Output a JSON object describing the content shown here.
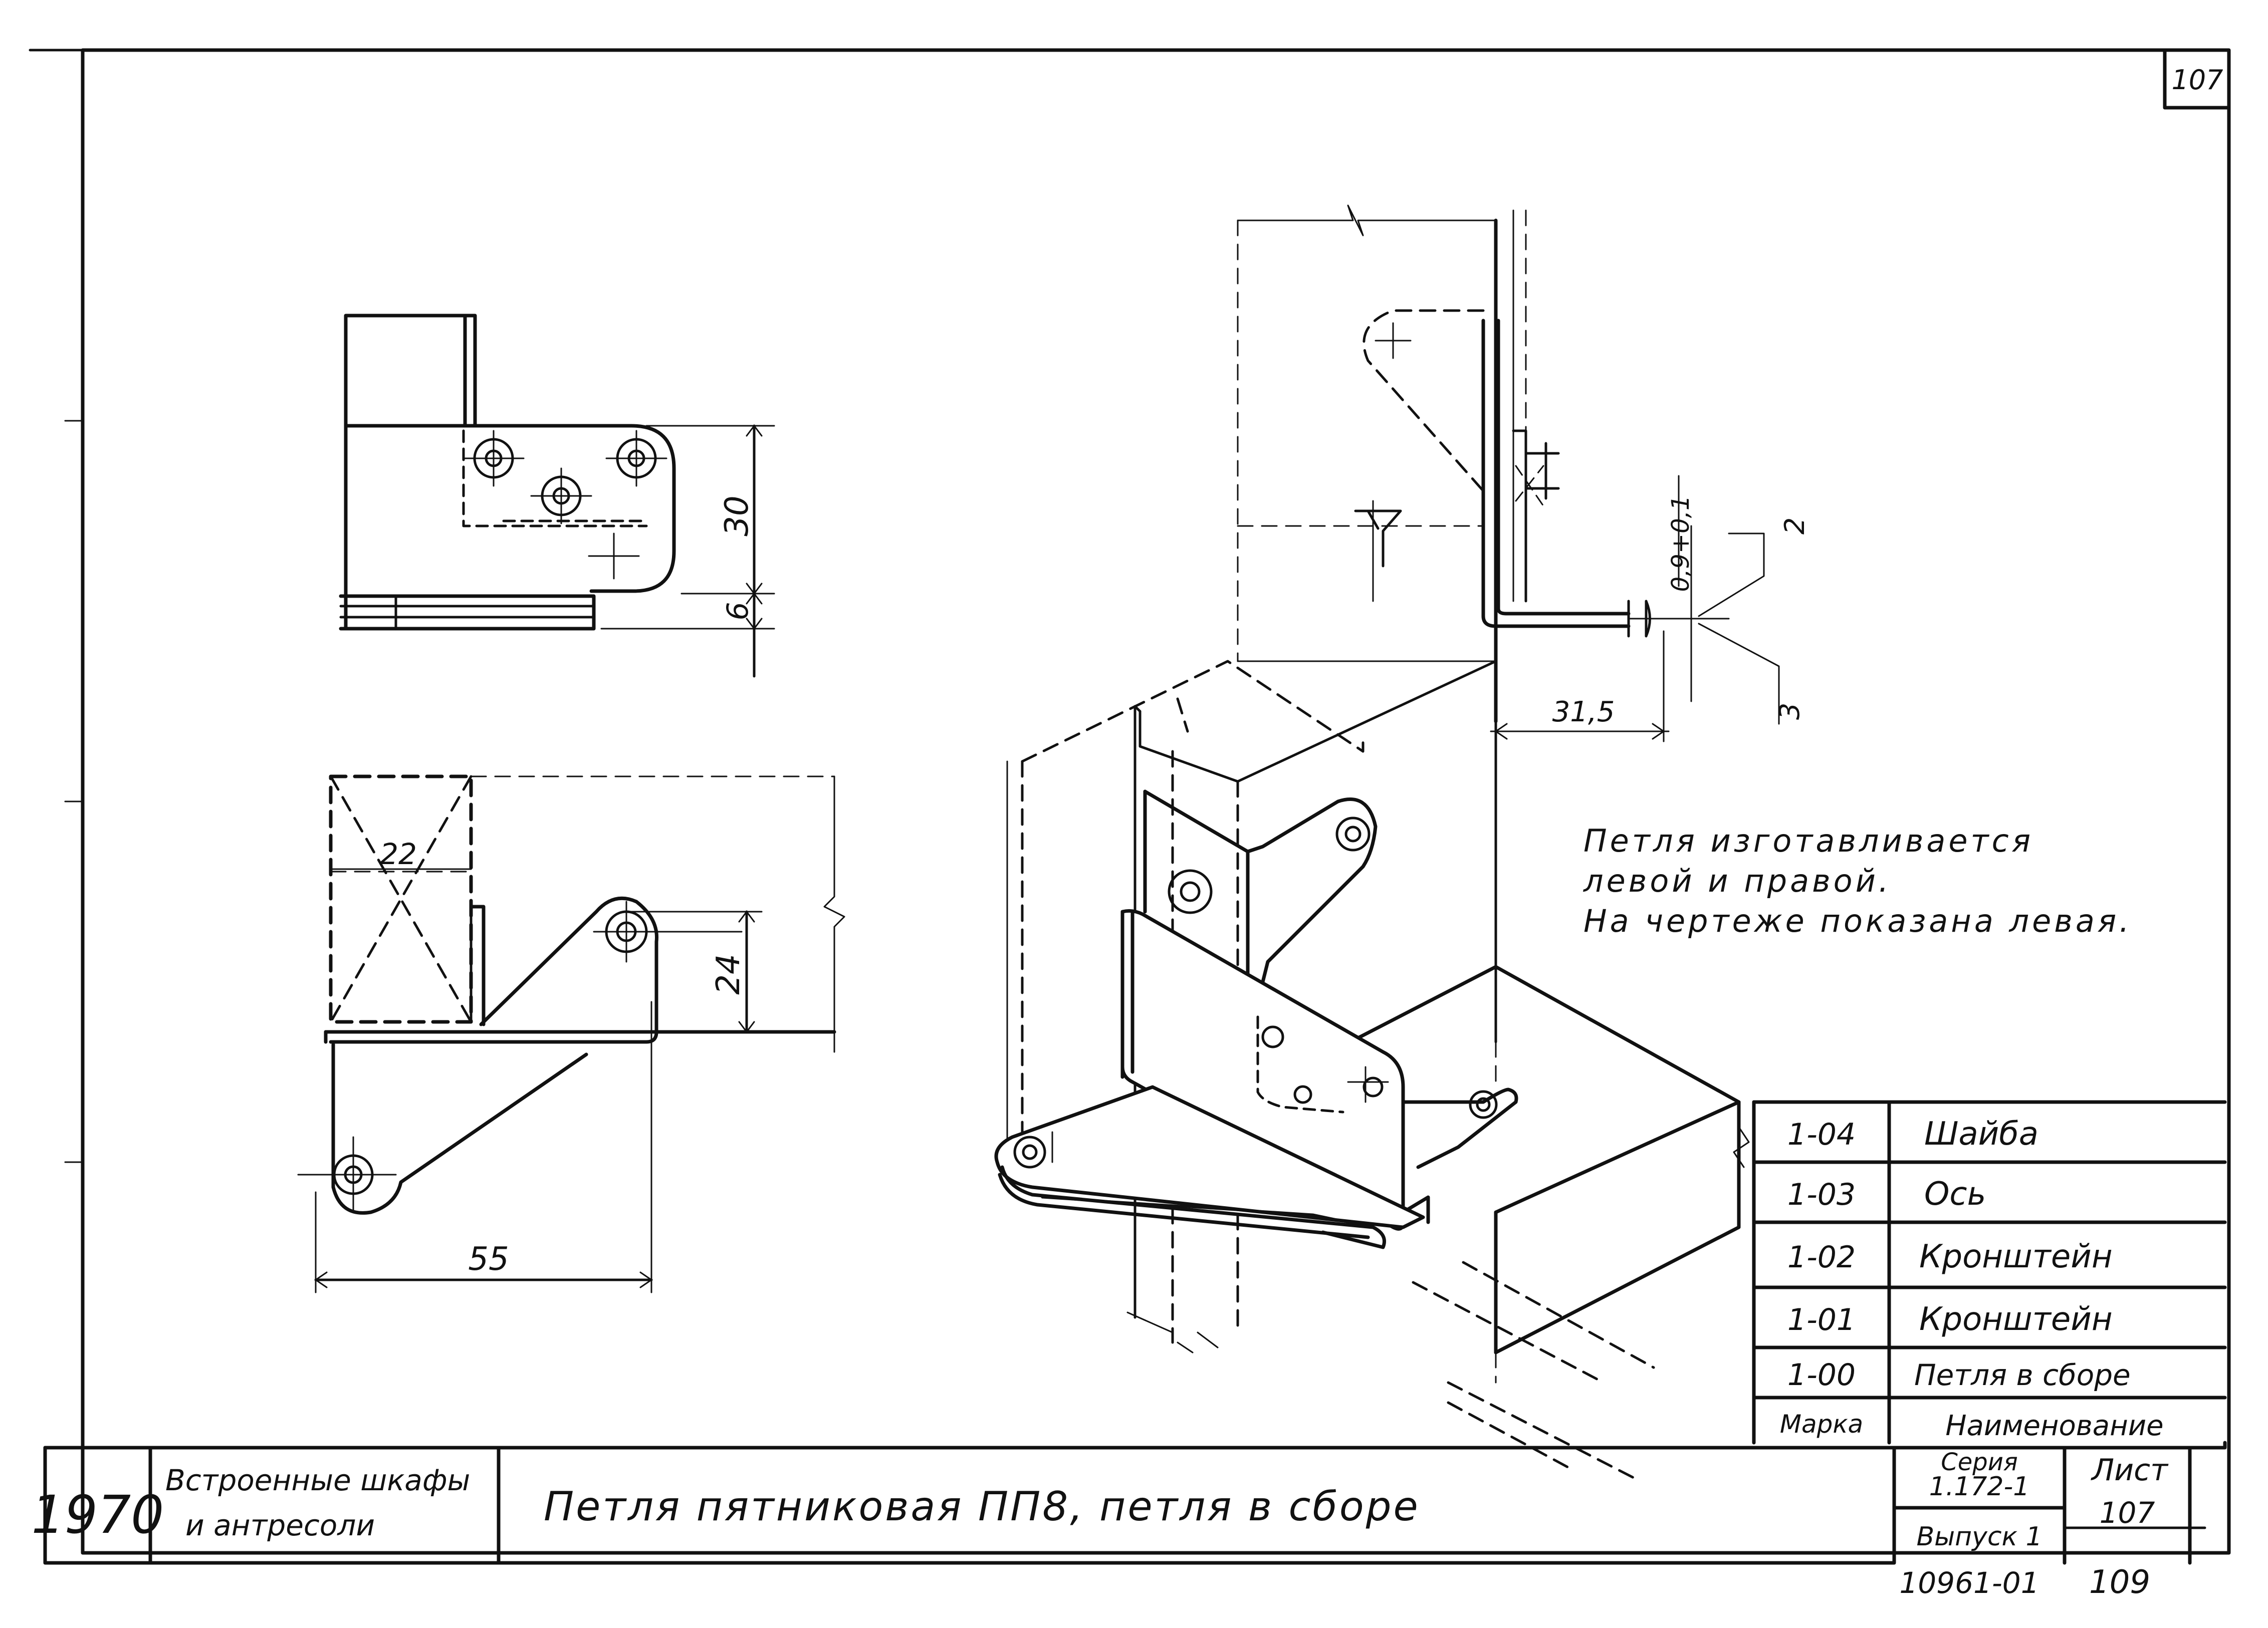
{
  "sheet_corner_number": "107",
  "title_block": {
    "year": "1970",
    "subject_line1": "Встроенные шкафы",
    "subject_line2": "и антресоли",
    "drawing_title": "Петля пятниковая ПП8, петля в сборе",
    "series_label": "Серия",
    "series_value": "1.172-1",
    "issue_label": "Выпуск 1",
    "sheet_label": "Лист",
    "sheet_value": "107",
    "archive_number": "10961-01",
    "page_number": "109"
  },
  "note": {
    "line1": "Петля изготавливается",
    "line2": "левой и правой.",
    "line3": "На чертеже показана левая."
  },
  "dimensions": {
    "top_view_height": "30",
    "top_view_thickness": "6",
    "front_view_width_top": "22",
    "front_view_height": "24",
    "front_view_width_bottom": "55",
    "section_offset": "31,5",
    "section_plate": "0,9+0,1",
    "section_gap_top": "2",
    "section_gap_bottom": "3"
  },
  "parts_table": {
    "header": {
      "mark": "Марка",
      "name": "Наименование"
    },
    "rows": [
      {
        "mark": "1-04",
        "name": "Шайба"
      },
      {
        "mark": "1-03",
        "name": "Ось"
      },
      {
        "mark": "1-02",
        "name": "Кронштейн"
      },
      {
        "mark": "1-01",
        "name": "Кронштейн"
      },
      {
        "mark": "1-00",
        "name": "Петля в сборе"
      }
    ]
  }
}
